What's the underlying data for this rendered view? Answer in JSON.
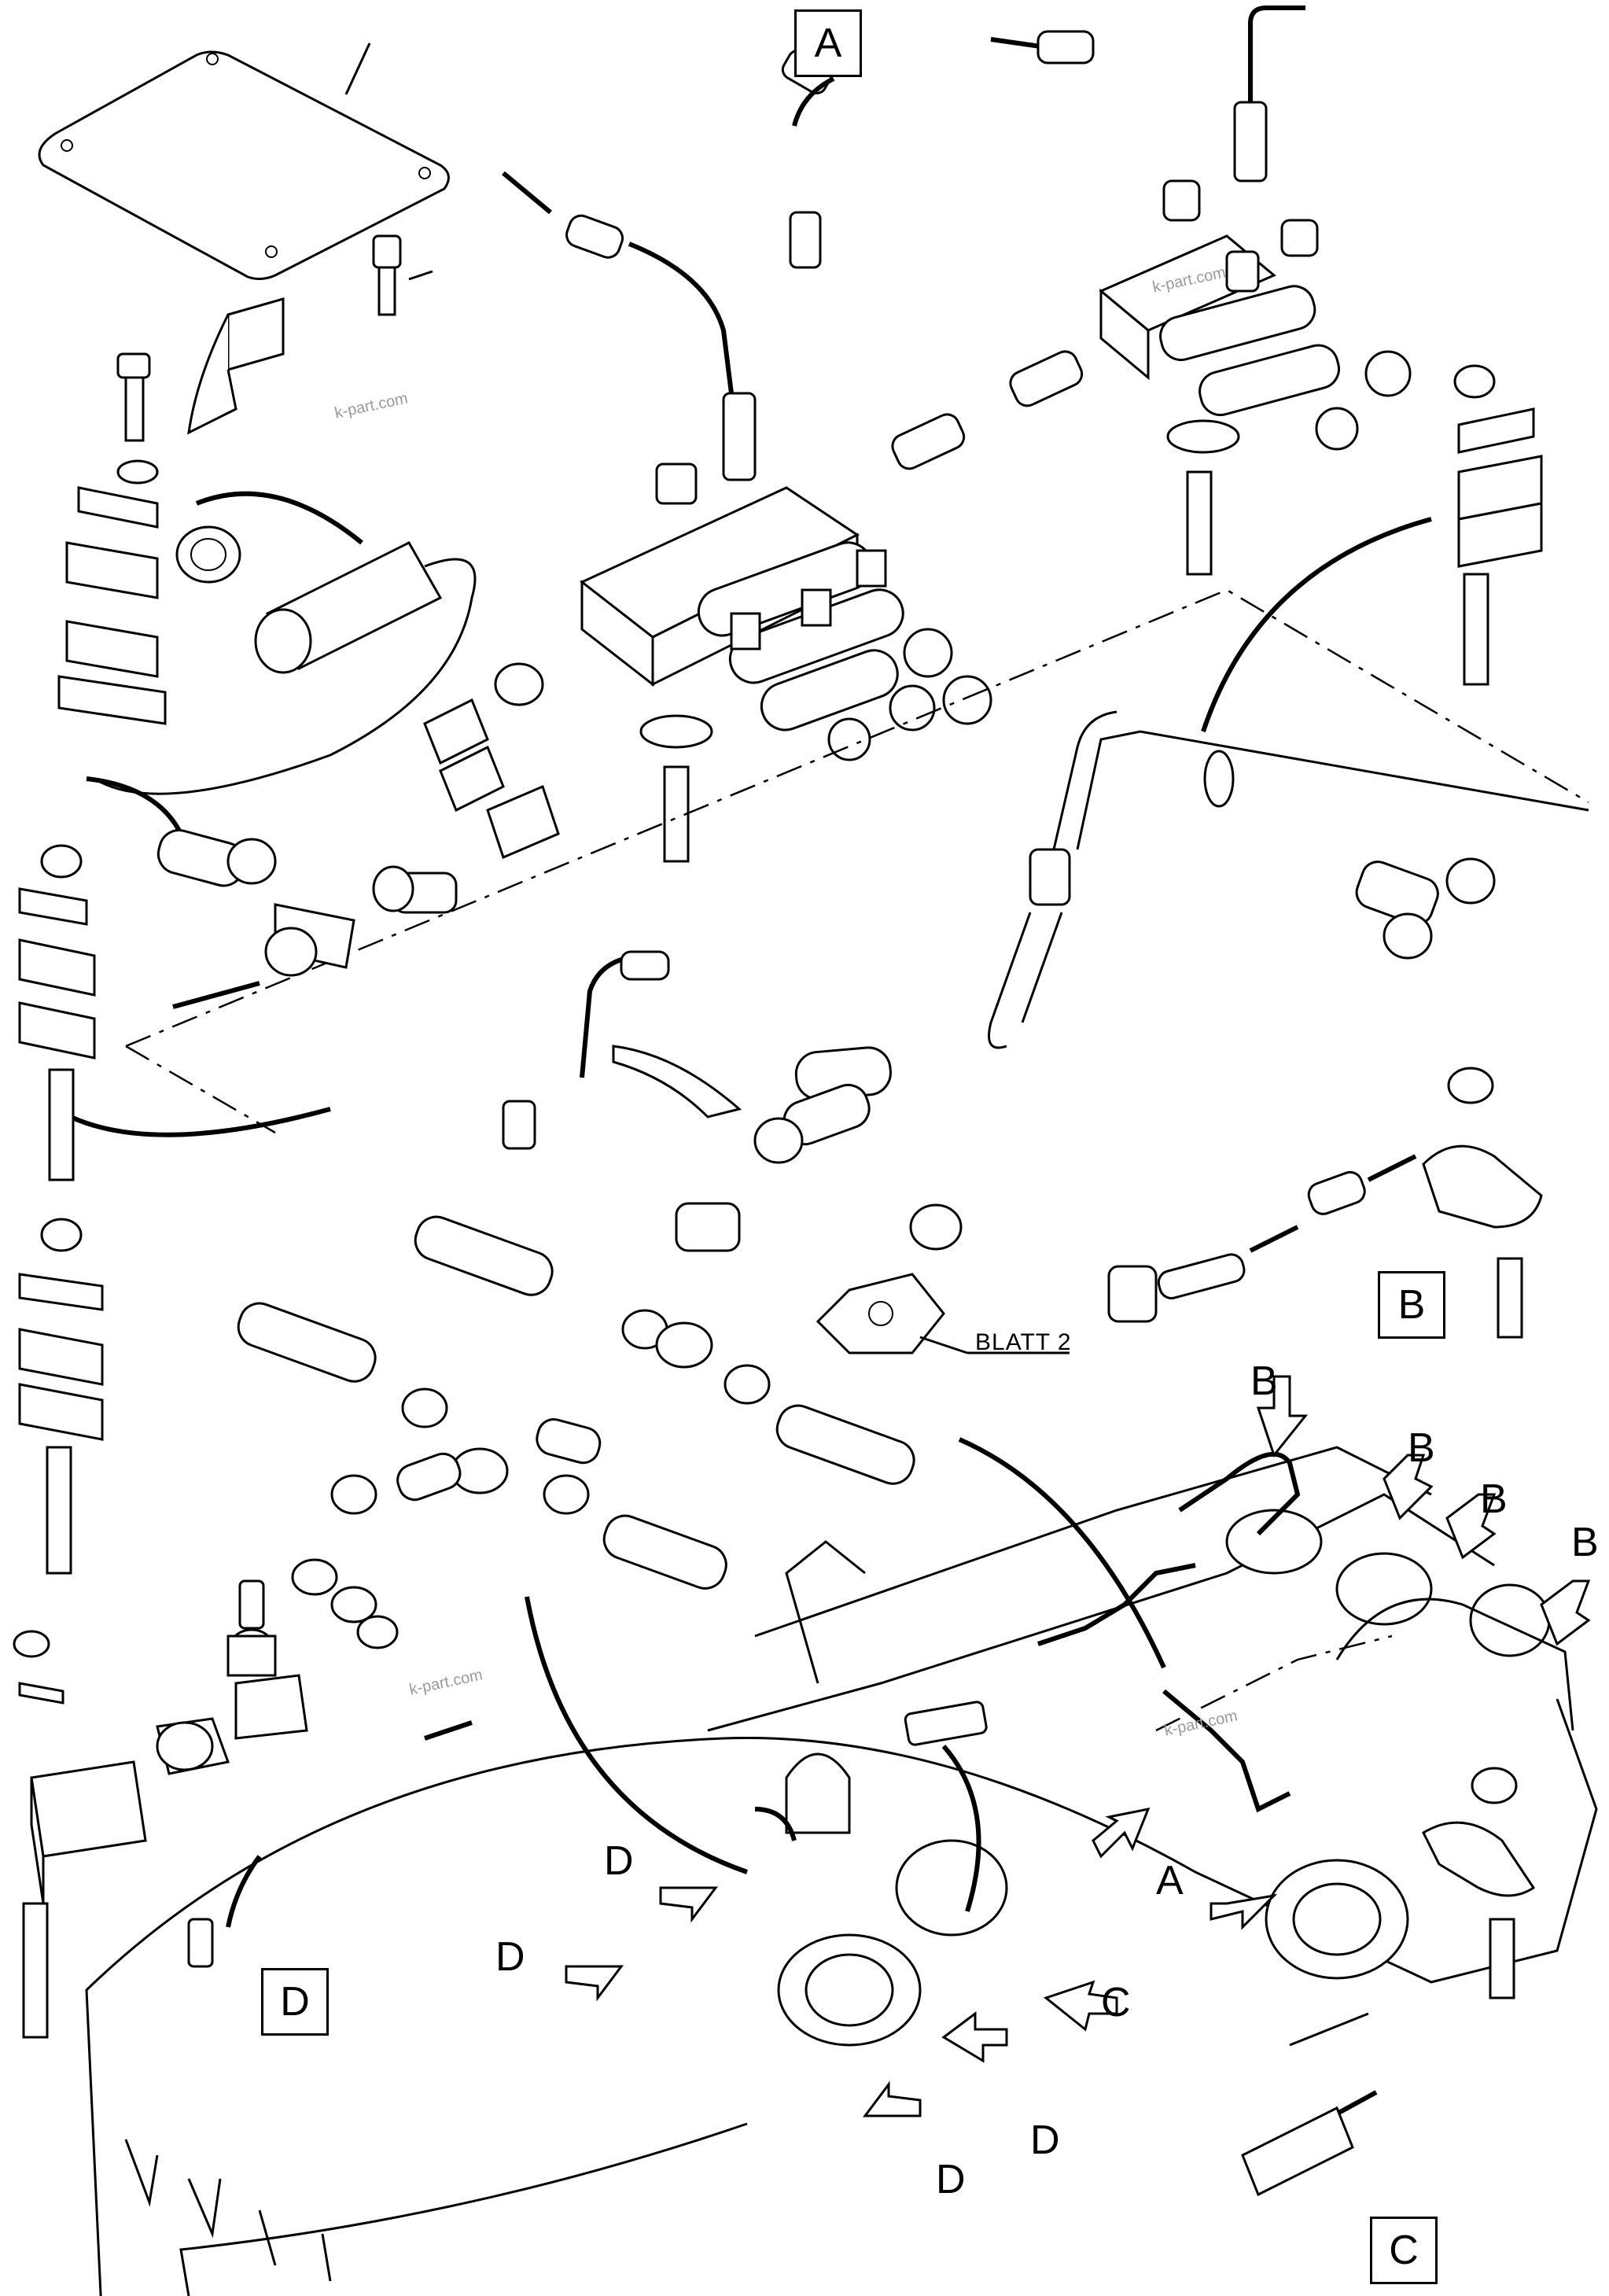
{
  "view_labels": {
    "a": "A",
    "b": "B",
    "c": "C",
    "d": "D"
  },
  "reference_text": "BLATT 2",
  "watermarks": [
    "k-part.com",
    "k-part.com",
    "k-part.com",
    "k-part.com"
  ],
  "arrow_labels": {
    "b1": "B",
    "b2": "B",
    "b3": "B",
    "b4": "B",
    "a1": "A",
    "c1": "C",
    "d1": "D",
    "d2": "D",
    "d3": "D",
    "d4": "D"
  }
}
